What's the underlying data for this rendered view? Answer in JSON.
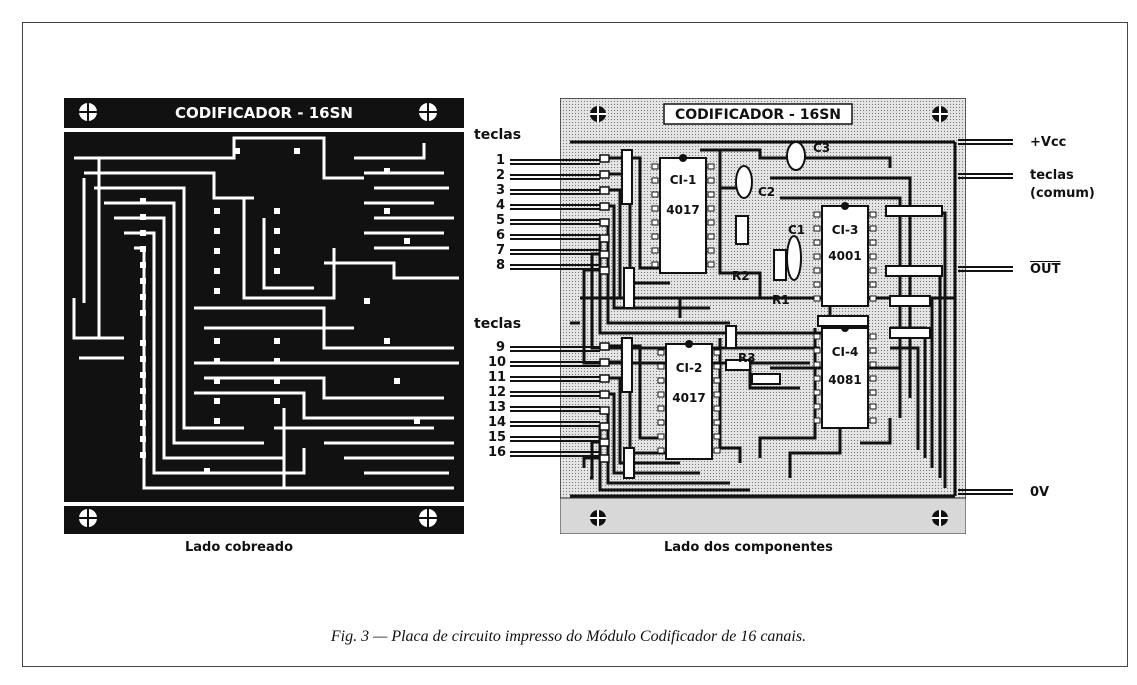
{
  "left_board": {
    "title": "CODIFICADOR - 16SN",
    "caption": "Lado cobreado"
  },
  "right_board": {
    "title": "CODIFICADOR - 16SN",
    "caption": "Lado dos componentes",
    "chips": [
      {
        "id": "CI-1",
        "part": "4017"
      },
      {
        "id": "CI-2",
        "part": "4017"
      },
      {
        "id": "CI-3",
        "part": "4001"
      },
      {
        "id": "CI-4",
        "part": "4081"
      }
    ],
    "components": [
      "C1",
      "C2",
      "C3",
      "R1",
      "R2",
      "R3"
    ]
  },
  "key_labels": {
    "teclas_top": "teclas",
    "teclas_bottom": "teclas",
    "top_numbers": [
      "1",
      "2",
      "3",
      "4",
      "5",
      "6",
      "7",
      "8"
    ],
    "bottom_numbers": [
      "9",
      "10",
      "11",
      "12",
      "13",
      "14",
      "15",
      "16"
    ]
  },
  "connections": {
    "vcc": "+Vcc",
    "teclas": "teclas",
    "comum": "(comum)",
    "out": "OUT",
    "zero_v": "0V"
  },
  "figure_caption": "Fig. 3 — Placa de circuito impresso do Módulo Codificador de 16 canais."
}
